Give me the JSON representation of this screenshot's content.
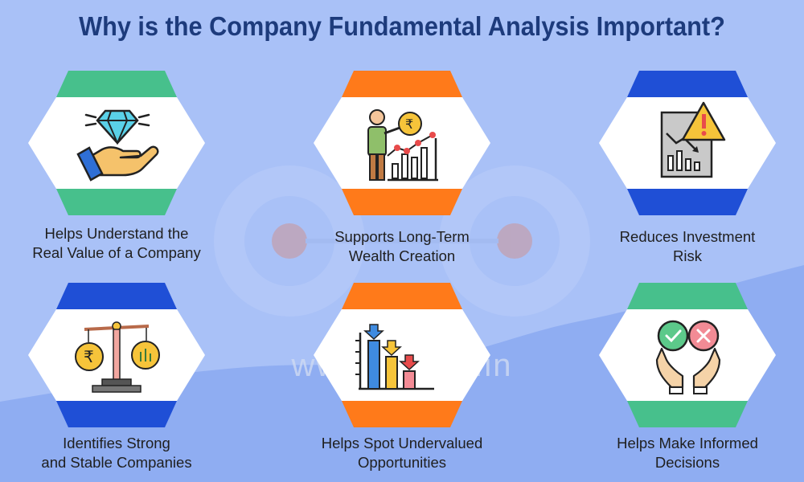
{
  "title": "Why is the Company Fundamental Analysis Important?",
  "watermark": "www.  edata.in",
  "colors": {
    "background": "#a9c1f7",
    "title": "#1d3b7c",
    "green": "#47c08c",
    "orange": "#ff7a1a",
    "blue": "#1f4fd6"
  },
  "cards": [
    {
      "icon": "diamond-hand-icon",
      "accent": "green",
      "lines": [
        "Helps Understand the",
        "Real Value of a Company"
      ]
    },
    {
      "icon": "wealth-growth-icon",
      "accent": "orange",
      "lines": [
        "Supports Long-Term",
        "Wealth Creation"
      ]
    },
    {
      "icon": "risk-warning-icon",
      "accent": "blue",
      "lines": [
        "Reduces Investment",
        "Risk"
      ]
    },
    {
      "icon": "balance-scale-icon",
      "accent": "blue",
      "lines": [
        "Identifies Strong",
        "and Stable Companies"
      ]
    },
    {
      "icon": "undervalued-chart-icon",
      "accent": "orange",
      "lines": [
        "Helps Spot Undervalued",
        "Opportunities"
      ]
    },
    {
      "icon": "decision-hands-icon",
      "accent": "green",
      "lines": [
        "Helps Make Informed",
        "Decisions"
      ]
    }
  ]
}
